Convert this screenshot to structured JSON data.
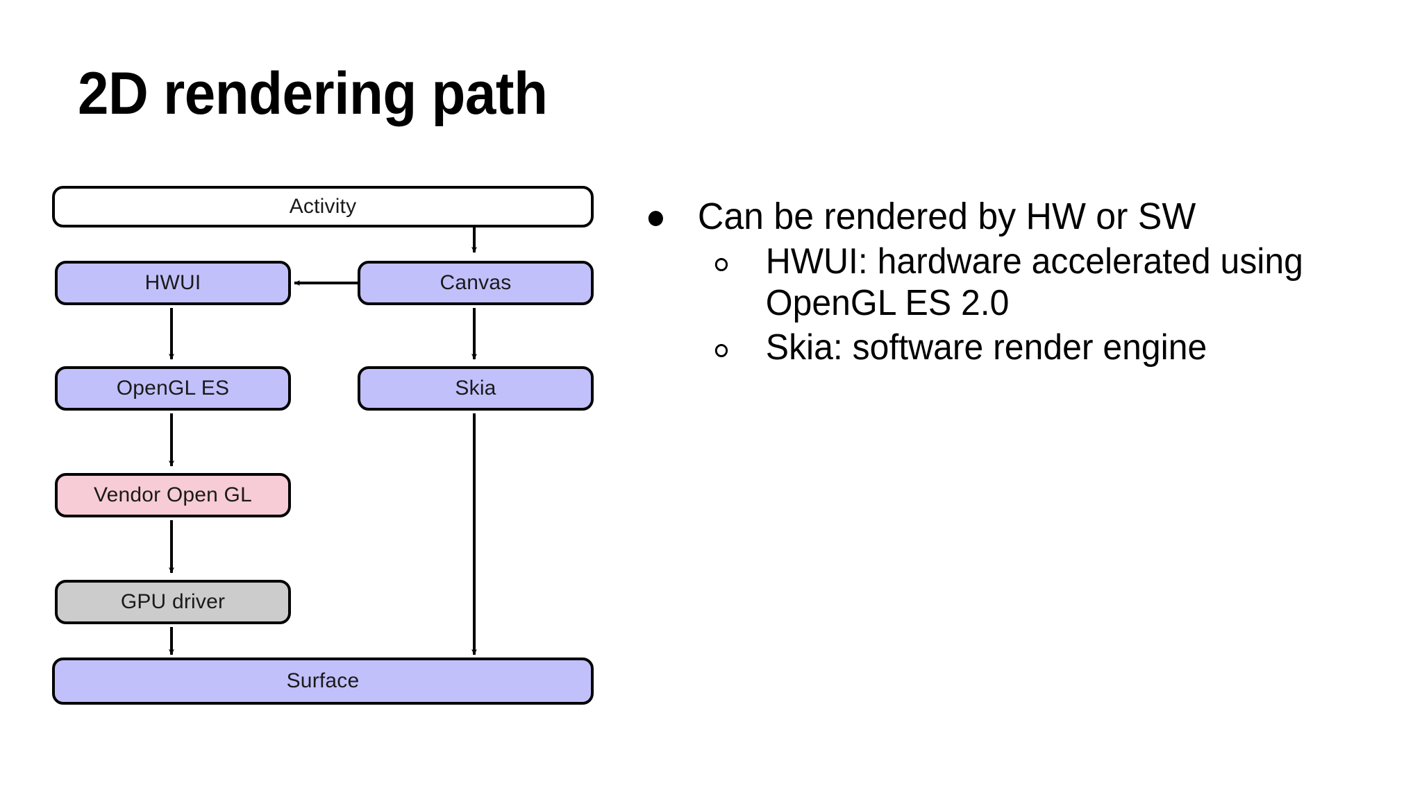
{
  "slide": {
    "title": "2D rendering path"
  },
  "diagram": {
    "nodes": [
      {
        "id": "activity",
        "label": "Activity",
        "fill": "#ffffff"
      },
      {
        "id": "hwui",
        "label": "HWUI",
        "fill": "#c1c0fb"
      },
      {
        "id": "canvas",
        "label": "Canvas",
        "fill": "#c1c0fb"
      },
      {
        "id": "opengl-es",
        "label": "OpenGL ES",
        "fill": "#c1c0fb"
      },
      {
        "id": "skia",
        "label": "Skia",
        "fill": "#c1c0fb"
      },
      {
        "id": "vendor-gl",
        "label": "Vendor Open GL",
        "fill": "#f7ccd6"
      },
      {
        "id": "gpu-driver",
        "label": "GPU driver",
        "fill": "#cccccc"
      },
      {
        "id": "surface",
        "label": "Surface",
        "fill": "#c1c0fb"
      }
    ],
    "edges": [
      {
        "from": "activity",
        "to": "canvas"
      },
      {
        "from": "canvas",
        "to": "hwui"
      },
      {
        "from": "hwui",
        "to": "opengl-es"
      },
      {
        "from": "canvas",
        "to": "skia"
      },
      {
        "from": "opengl-es",
        "to": "vendor-gl"
      },
      {
        "from": "vendor-gl",
        "to": "gpu-driver"
      },
      {
        "from": "gpu-driver",
        "to": "surface"
      },
      {
        "from": "skia",
        "to": "surface"
      }
    ],
    "colors": {
      "purple": "#c1c0fb",
      "pink": "#f7ccd6",
      "gray": "#cccccc",
      "white": "#ffffff",
      "stroke": "#000000"
    }
  },
  "bullets": {
    "level1": "Can be rendered by HW or SW",
    "level2": [
      "HWUI: hardware accelerated using OpenGL ES 2.0",
      "Skia: software render engine"
    ]
  }
}
